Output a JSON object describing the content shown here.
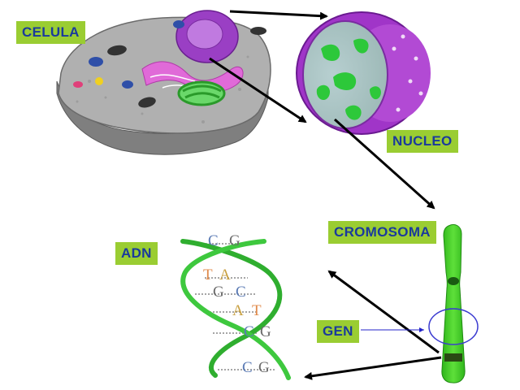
{
  "labels": {
    "cell": "CELULA",
    "nucleus": "NUCLEO",
    "chromosome": "CROMOSOMA",
    "dna": "ADN",
    "gene": "GEN"
  },
  "base_pairs": [
    {
      "left": "C",
      "right": "G"
    },
    {
      "left": "T",
      "right": "A"
    },
    {
      "left": "G",
      "right": "C"
    },
    {
      "left": "A",
      "right": "T"
    },
    {
      "left": "C",
      "right": "G"
    },
    {
      "left": "C",
      "right": "G"
    }
  ],
  "colors": {
    "label_bg": "#9acd32",
    "label_text": "#1a3a9c",
    "arrow": "#000000",
    "helix": "#2fae2f",
    "chromosome": "#3ec81e",
    "nucleus": "#a035c8",
    "nucleoplasm": "#a9c6c4",
    "chromatin": "#2dc83a",
    "cell": "#a9a9a9",
    "gene_marker": "#2323c8",
    "base_C": "#5a7ab4",
    "base_G": "#6b6b6b",
    "base_T": "#e08a4a",
    "base_A": "#c8a040"
  }
}
